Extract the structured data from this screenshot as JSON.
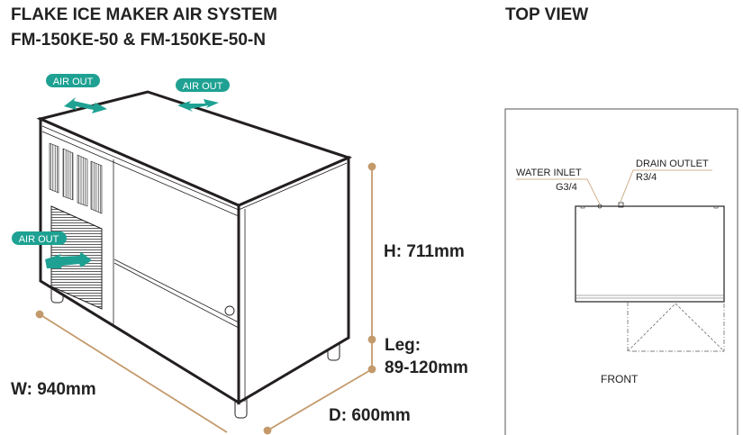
{
  "title": {
    "line1": "FLAKE ICE MAKER AIR SYSTEM",
    "line2": "FM-150KE-50 & FM-150KE-50-N"
  },
  "top_view": {
    "title": "TOP VIEW",
    "water_inlet": "WATER INLET",
    "water_inlet_size": "G3/4",
    "drain_outlet": "DRAIN OUTLET",
    "drain_outlet_size": "R3/4",
    "front": "FRONT"
  },
  "air_out_labels": [
    "AIR OUT",
    "AIR OUT",
    "AIR OUT"
  ],
  "dimensions": {
    "height": "H: 711mm",
    "leg_label": "Leg:",
    "leg_value": "89-120mm",
    "width": "W: 940mm",
    "depth": "D: 600mm"
  },
  "colors": {
    "accent": "#1ea192",
    "dimension": "#c49a6c",
    "line": "#231f20"
  }
}
